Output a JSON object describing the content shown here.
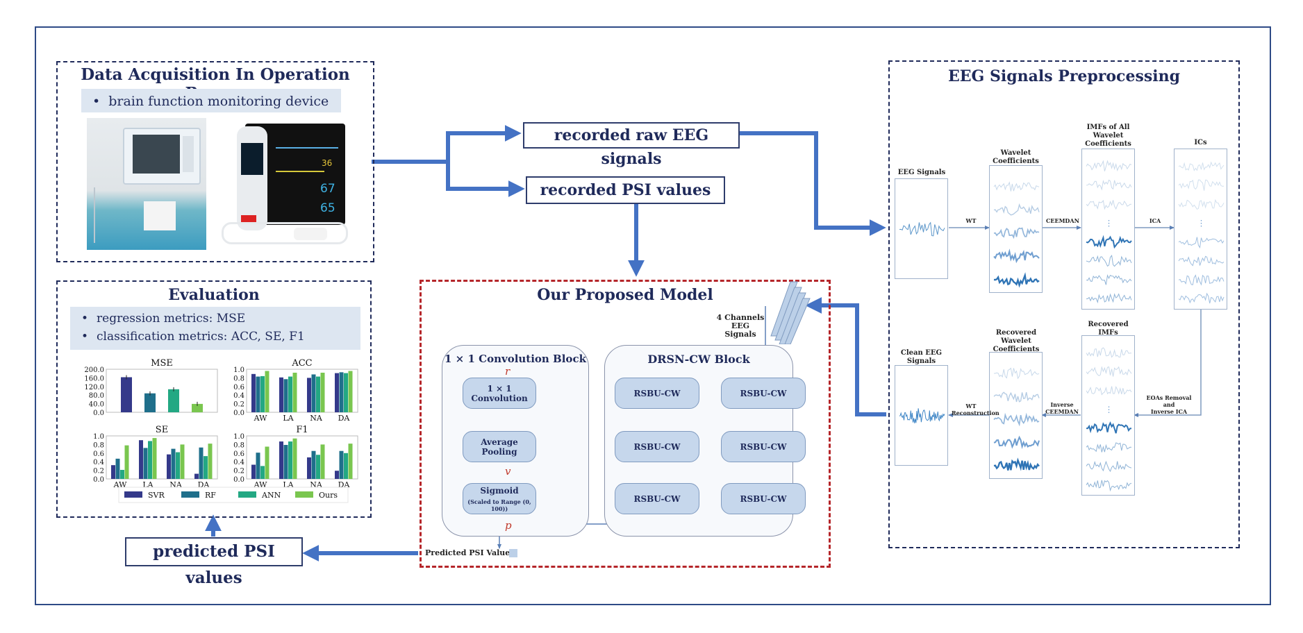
{
  "acquisition": {
    "title": "Data Acquisition In Operation Rooms",
    "bullet": "brain function monitoring device",
    "monitor_readouts": [
      "36",
      "67",
      "65"
    ]
  },
  "flow": {
    "raw_eeg": "recorded raw EEG signals",
    "psi_values": "recorded PSI values",
    "predicted_psi": "predicted PSI values"
  },
  "evaluation": {
    "title": "Evaluation",
    "bullets": [
      "regression metrics: MSE",
      "classification metrics: ACC, SE, F1"
    ]
  },
  "model": {
    "title": "Our Proposed Model",
    "input_label_line1": "4 Channels",
    "input_label_line2": "EEG Signals",
    "conv_block_title": "1 × 1 Convolution Block",
    "drsn_block_title": "DRSN-CW Block",
    "conv_layer": "1 × 1 Convolution",
    "avg_pool": "Average Pooling",
    "sigmoid": "Sigmoid",
    "sigmoid_note": "(Scaled to Range (0, 100))",
    "rsbu": "RSBU-CW",
    "var_r": "r",
    "var_v": "v",
    "var_p": "p",
    "output_label": "Predicted PSI Value"
  },
  "preprocessing": {
    "title": "EEG Signals Preprocessing",
    "panels": {
      "eeg": "EEG Signals",
      "wavelet": "Wavelet Coefficients",
      "imfs": "IMFs of All Wavelet Coefficients",
      "ics": "ICs",
      "clean": "Clean EEG Signals",
      "rec_wavelet": "Recovered Wavelet Coefficients",
      "rec_imfs": "Recovered IMFs"
    },
    "ops": {
      "wt": "WT",
      "ceemdan": "CEEMDAN",
      "ica": "ICA",
      "eoa_line1": "EOAs Removal",
      "eoa_line2": "and",
      "eoa_line3": "Inverse ICA",
      "inv_line1": "Inverse",
      "inv_line2": "CEEMDAN",
      "wtr_line1": "WT",
      "wtr_line2": "Reconstruction"
    }
  },
  "colors": {
    "SVR": "#34398a",
    "RF": "#1f6f8b",
    "ANN": "#23a883",
    "Ours": "#7ac64f",
    "accent_blue": "#4472c4",
    "red_dash": "#b5262a",
    "navy": "#1f2a5a"
  },
  "chart_data": [
    {
      "type": "bar",
      "title": "MSE",
      "categories": [
        ""
      ],
      "series": [
        {
          "name": "SVR",
          "values": [
            163
          ]
        },
        {
          "name": "RF",
          "values": [
            88
          ]
        },
        {
          "name": "ANN",
          "values": [
            107
          ]
        },
        {
          "name": "Ours",
          "values": [
            39
          ]
        }
      ],
      "ylim": [
        0,
        200
      ],
      "yticks": [
        "0.0",
        "40.0",
        "80.0",
        "120.0",
        "160.0",
        "200.0"
      ],
      "ytick_values": [
        0,
        40,
        80,
        120,
        160,
        200
      ]
    },
    {
      "type": "bar",
      "title": "ACC",
      "categories": [
        "AW",
        "LA",
        "NA",
        "DA"
      ],
      "series": [
        {
          "name": "SVR",
          "values": [
            0.89,
            0.81,
            0.8,
            0.91
          ]
        },
        {
          "name": "RF",
          "values": [
            0.83,
            0.77,
            0.88,
            0.93
          ]
        },
        {
          "name": "ANN",
          "values": [
            0.84,
            0.83,
            0.83,
            0.91
          ]
        },
        {
          "name": "Ours",
          "values": [
            0.96,
            0.92,
            0.92,
            0.96
          ]
        }
      ],
      "ylim": [
        0,
        1
      ],
      "yticks": [
        "0.0",
        "0.2",
        "0.4",
        "0.6",
        "0.8",
        "1.0"
      ],
      "ytick_values": [
        0,
        0.2,
        0.4,
        0.6,
        0.8,
        1.0
      ]
    },
    {
      "type": "bar",
      "title": "SE",
      "categories": [
        "AW",
        "LA",
        "NA",
        "DA"
      ],
      "series": [
        {
          "name": "SVR",
          "values": [
            0.32,
            0.9,
            0.57,
            0.12
          ]
        },
        {
          "name": "RF",
          "values": [
            0.47,
            0.72,
            0.7,
            0.73
          ]
        },
        {
          "name": "ANN",
          "values": [
            0.21,
            0.88,
            0.62,
            0.53
          ]
        },
        {
          "name": "Ours",
          "values": [
            0.78,
            0.95,
            0.8,
            0.82
          ]
        }
      ],
      "ylim": [
        0,
        1
      ],
      "yticks": [
        "0.0",
        "0.2",
        "0.4",
        "0.6",
        "0.8",
        "1.0"
      ],
      "ytick_values": [
        0,
        0.2,
        0.4,
        0.6,
        0.8,
        1.0
      ]
    },
    {
      "type": "bar",
      "title": "F1",
      "categories": [
        "AW",
        "LA",
        "NA",
        "DA"
      ],
      "series": [
        {
          "name": "SVR",
          "values": [
            0.33,
            0.87,
            0.5,
            0.19
          ]
        },
        {
          "name": "RF",
          "values": [
            0.61,
            0.79,
            0.65,
            0.65
          ]
        },
        {
          "name": "ANN",
          "values": [
            0.3,
            0.87,
            0.56,
            0.6
          ]
        },
        {
          "name": "Ours",
          "values": [
            0.75,
            0.94,
            0.8,
            0.82
          ]
        }
      ],
      "ylim": [
        0,
        1
      ],
      "yticks": [
        "0.0",
        "0.2",
        "0.4",
        "0.6",
        "0.8",
        "1.0"
      ],
      "ytick_values": [
        0,
        0.2,
        0.4,
        0.6,
        0.8,
        1.0
      ]
    }
  ],
  "legend": [
    "SVR",
    "RF",
    "ANN",
    "Ours"
  ]
}
